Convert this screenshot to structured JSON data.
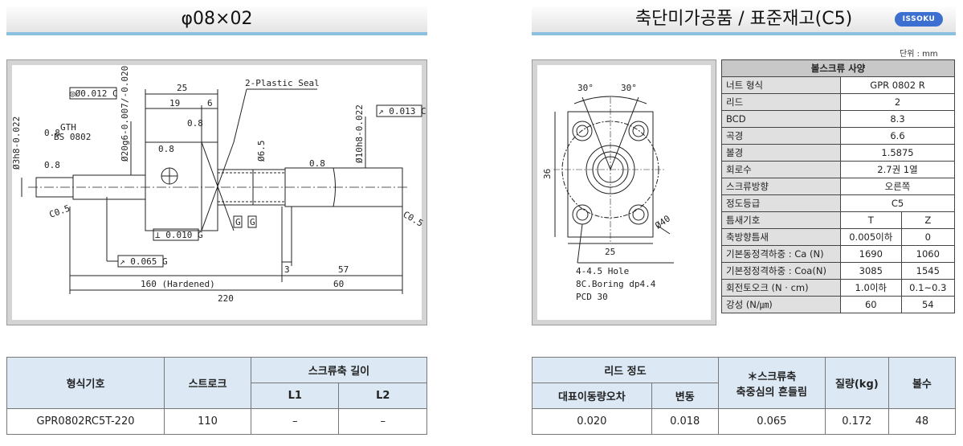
{
  "left_header": {
    "title": "φ08×02"
  },
  "right_header": {
    "title": "축단미가공품 / 표준재고(C5)",
    "logo": "ISSOKU"
  },
  "drawing_left": {
    "labels": {
      "runout_015": "◎Ø0.012 C",
      "gth": "GTH",
      "bs": "BS 0802",
      "plastic_seal": "2-Plastic Seal",
      "dim_25": "25",
      "dim_19": "19",
      "dim_6": "6",
      "d20": "Ø20g6-0.007/-0.020",
      "d3h8": "Ø3h8-0.022",
      "d65": "Ø6.5",
      "d10h8": "Ø10h8-0.022",
      "tol_013": "↗ 0.013 C",
      "tol_010": "⊥ 0.010 G",
      "tol_065": "↗ 0.065 G",
      "c05a": "C0.5",
      "c05b": "C0.5",
      "g": "G",
      "g2": "G",
      "dim_3": "3",
      "dim_57": "57",
      "dim_60": "60",
      "dim_160": "160 (Hardened)",
      "dim_220": "220",
      "rough_08a": "0.8",
      "rough_08b": "0.8",
      "rough_08c": "0.8",
      "rough_08d": "0.8",
      "rough_08e": "0.8"
    }
  },
  "drawing_right": {
    "labels": {
      "ang1": "30°",
      "ang2": "30°",
      "h36": "36",
      "w25": "25",
      "d40": "Ø40",
      "hole": "4-4.5 Hole",
      "boring": "8C.Boring dp4.4",
      "pcd": "PCD 30"
    }
  },
  "unit_label": "단위 : mm",
  "spec_table": {
    "title": "볼스크류 사양",
    "rows": [
      {
        "k": "너트 형식",
        "v": "GPR 0802 R"
      },
      {
        "k": "리드",
        "v": "2"
      },
      {
        "k": "BCD",
        "v": "8.3"
      },
      {
        "k": "곡경",
        "v": "6.6"
      },
      {
        "k": "볼경",
        "v": "1.5875"
      },
      {
        "k": "회로수",
        "v": "2.7권 1열"
      },
      {
        "k": "스크류방향",
        "v": "오른쪽"
      },
      {
        "k": "정도등급",
        "v": "C5"
      },
      {
        "k": "틈새기호",
        "v1": "T",
        "v2": "Z"
      },
      {
        "k": "축방향틈새",
        "v1": "0.005이하",
        "v2": "0"
      },
      {
        "k": "기본동정격하중 : Ca (N)",
        "v1": "1690",
        "v2": "1060"
      },
      {
        "k": "기본정정격하중 : Coa(N)",
        "v1": "3085",
        "v2": "1545"
      },
      {
        "k": "회전토오크 (N · cm)",
        "v1": "1.0이하",
        "v2": "0.1~0.3"
      },
      {
        "k": "강성 (N/㎛)",
        "v1": "60",
        "v2": "54"
      }
    ]
  },
  "bottom_left": {
    "h_model": "형식기호",
    "h_stroke": "스트로크",
    "h_len": "스크류축 길이",
    "h_l1": "L1",
    "h_l2": "L2",
    "model": "GPR0802RC5T-220",
    "stroke": "110",
    "l1": "–",
    "l2": "–"
  },
  "bottom_right": {
    "h_lead": "리드 정도",
    "h_runout": "＊스크류축\n축중심의 흔들림",
    "h_mass": "질량(kg)",
    "h_balls": "볼수",
    "h_rep": "대표이동량오차",
    "h_var": "변동",
    "rep": "0.020",
    "var": "0.018",
    "runout": "0.065",
    "mass": "0.172",
    "balls": "48"
  }
}
